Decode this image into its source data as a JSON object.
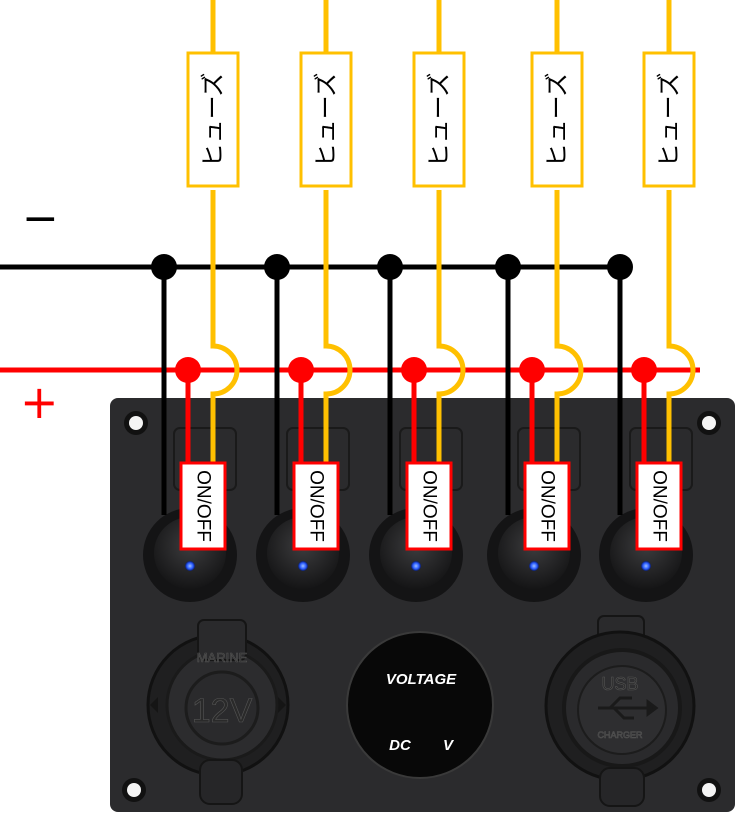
{
  "labels": {
    "negative": "−",
    "positive": "+",
    "fuse": "ヒューズ",
    "switch": "ON/OFF"
  },
  "panel": {
    "socket_12v": "12V",
    "socket_12v_cap": "MARINE",
    "voltmeter_title": "VOLTAGE",
    "voltmeter_dc": "DC",
    "voltmeter_unit": "V",
    "usb_label": "USB",
    "usb_sub": "CHARGER"
  },
  "circuits": [
    {
      "fuse": "ヒューズ",
      "switch": "ON/OFF"
    },
    {
      "fuse": "ヒューズ",
      "switch": "ON/OFF"
    },
    {
      "fuse": "ヒューズ",
      "switch": "ON/OFF"
    },
    {
      "fuse": "ヒューズ",
      "switch": "ON/OFF"
    },
    {
      "fuse": "ヒューズ",
      "switch": "ON/OFF"
    }
  ],
  "colors": {
    "negative_wire": "#000000",
    "positive_wire": "#ff0000",
    "fuse_wire": "#ffc000",
    "panel": "#2b2b2d",
    "led": "#2a5cff"
  }
}
